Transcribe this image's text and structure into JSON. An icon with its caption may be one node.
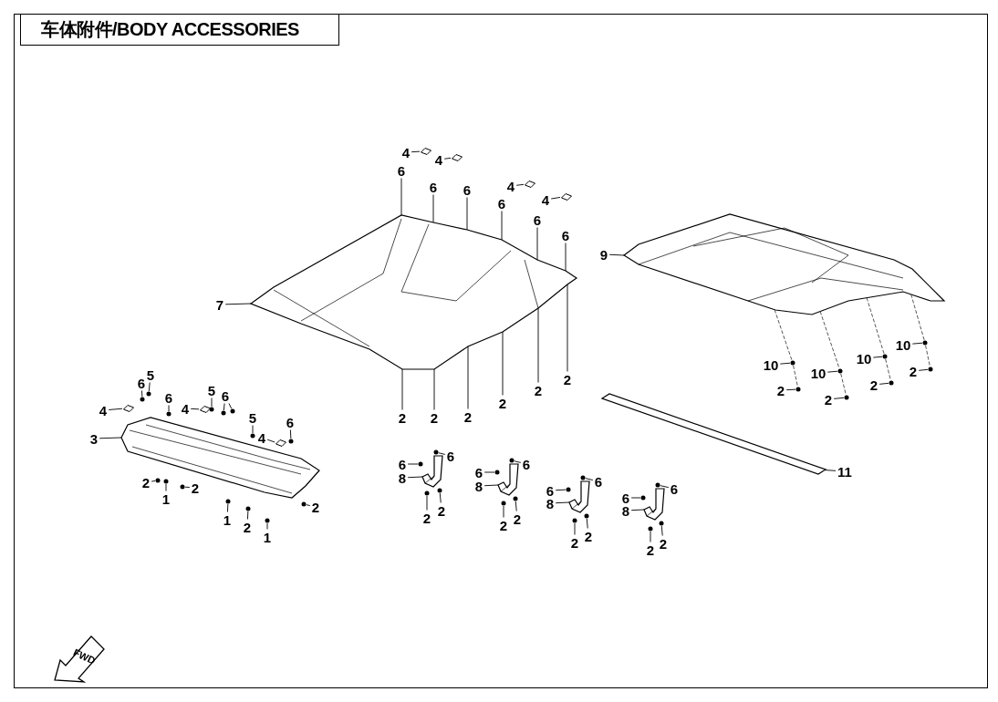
{
  "diagram": {
    "title": "车体附件/BODY ACCESSORIES",
    "nodes": [
      {
        "text": [],
        "shape": "picture"
      },
      {
        "text": [],
        "shape": "picture"
      },
      {
        "text": [],
        "shape": "picture"
      },
      {
        "text": [],
        "shape": "bar"
      },
      {
        "text": [],
        "shape": "picture"
      },
      {
        "text": [],
        "shape": "picture"
      },
      {
        "text": [],
        "shape": "picture"
      },
      {
        "text": [],
        "shape": "picture"
      },
      {
        "text": [
          "4"
        ]
      },
      {
        "text": [
          "4"
        ]
      },
      {
        "text": [
          "6"
        ]
      },
      {
        "text": [
          "6"
        ]
      },
      {
        "text": [
          "6"
        ]
      },
      {
        "text": [
          "4"
        ]
      },
      {
        "text": [
          "6"
        ]
      },
      {
        "text": [
          "4"
        ]
      },
      {
        "text": [
          "6"
        ]
      },
      {
        "text": [
          "6"
        ]
      },
      {
        "text": [
          "9"
        ]
      },
      {
        "text": [
          "7"
        ]
      },
      {
        "text": [
          "10"
        ]
      },
      {
        "text": [
          "10"
        ]
      },
      {
        "text": [
          "10"
        ]
      },
      {
        "text": [
          "10"
        ]
      },
      {
        "text": [
          "2"
        ]
      },
      {
        "text": [
          "2"
        ]
      },
      {
        "text": [
          "2"
        ]
      },
      {
        "text": [
          "2"
        ]
      },
      {
        "text": [
          "2"
        ]
      },
      {
        "text": [
          "2"
        ]
      },
      {
        "text": [
          "2"
        ]
      },
      {
        "text": [
          "2"
        ]
      },
      {
        "text": [
          "2"
        ]
      },
      {
        "text": [
          "2"
        ]
      },
      {
        "text": [
          "5"
        ]
      },
      {
        "text": [
          "6"
        ]
      },
      {
        "text": [
          "6"
        ]
      },
      {
        "text": [
          "5"
        ]
      },
      {
        "text": [
          "6"
        ]
      },
      {
        "text": [
          "4"
        ]
      },
      {
        "text": [
          "4"
        ]
      },
      {
        "text": [
          "5"
        ]
      },
      {
        "text": [
          "6"
        ]
      },
      {
        "text": [
          "4"
        ]
      },
      {
        "text": [
          "3"
        ]
      },
      {
        "text": [
          "11"
        ]
      },
      {
        "text": [
          "2"
        ]
      },
      {
        "text": [
          "1"
        ]
      },
      {
        "text": [
          "2"
        ]
      },
      {
        "text": [
          "1"
        ]
      },
      {
        "text": [
          "2"
        ]
      },
      {
        "text": [
          "1"
        ]
      },
      {
        "text": [
          "2"
        ]
      },
      {
        "text": [
          "6"
        ]
      },
      {
        "text": [
          "6"
        ]
      },
      {
        "text": [
          "8"
        ]
      },
      {
        "text": [
          "2"
        ]
      },
      {
        "text": [
          "2"
        ]
      },
      {
        "text": [
          "6"
        ]
      },
      {
        "text": [
          "6"
        ]
      },
      {
        "text": [
          "8"
        ]
      },
      {
        "text": [
          "2"
        ]
      },
      {
        "text": [
          "2"
        ]
      },
      {
        "text": [
          "6"
        ]
      },
      {
        "text": [
          "6"
        ]
      },
      {
        "text": [
          "8"
        ]
      },
      {
        "text": [
          "2"
        ]
      },
      {
        "text": [
          "2"
        ]
      },
      {
        "text": [
          "6"
        ]
      },
      {
        "text": [
          "6"
        ]
      },
      {
        "text": [
          "8"
        ]
      },
      {
        "text": [
          "2"
        ]
      },
      {
        "text": [
          "2"
        ]
      },
      {
        "text": [],
        "shape": "diamond"
      },
      {
        "text": [],
        "shape": "diamond"
      },
      {
        "text": [],
        "shape": "diamond"
      },
      {
        "text": [],
        "shape": "diamond"
      },
      {
        "text": [],
        "shape": "circle"
      },
      {
        "text": [],
        "shape": "circle"
      },
      {
        "text": [],
        "shape": "circle"
      },
      {
        "text": [],
        "shape": "circle"
      },
      {
        "text": [],
        "shape": "circle"
      },
      {
        "text": [],
        "shape": "circle"
      },
      {
        "text": [],
        "shape": "circle"
      },
      {
        "text": [],
        "shape": "circle"
      },
      {
        "text": [],
        "shape": "circle"
      },
      {
        "text": [],
        "shape": "circle"
      },
      {
        "text": [],
        "shape": "circle"
      },
      {
        "text": [],
        "shape": "circle"
      },
      {
        "text": [],
        "shape": "circle"
      },
      {
        "text": [],
        "shape": "circle"
      },
      {
        "text": [],
        "shape": "diamond"
      },
      {
        "text": [],
        "shape": "diamond"
      },
      {
        "text": [],
        "shape": "circle"
      },
      {
        "text": [],
        "shape": "circle"
      },
      {
        "text": [],
        "shape": "diamond"
      },
      {
        "text": [],
        "shape": "circle"
      },
      {
        "text": [],
        "shape": "circle"
      },
      {
        "text": [],
        "shape": "circle"
      },
      {
        "text": [],
        "shape": "circle"
      },
      {
        "text": [],
        "shape": "circle"
      },
      {
        "text": [],
        "shape": "circle"
      },
      {
        "text": [],
        "shape": "circle"
      },
      {
        "text": [],
        "shape": "circle"
      },
      {
        "text": [],
        "shape": "circle"
      },
      {
        "text": [],
        "shape": "circle"
      },
      {
        "text": [],
        "shape": "circle"
      },
      {
        "text": [],
        "shape": "circle"
      },
      {
        "text": [],
        "shape": "circle"
      },
      {
        "text": [],
        "shape": "circle"
      },
      {
        "text": [],
        "shape": "circle"
      },
      {
        "text": [],
        "shape": "circle"
      },
      {
        "text": [],
        "shape": "circle"
      },
      {
        "text": [],
        "shape": "circle"
      },
      {
        "text": [],
        "shape": "circle"
      },
      {
        "text": [],
        "shape": "circle"
      },
      {
        "text": [],
        "shape": "circle"
      },
      {
        "text": [],
        "shape": "circle"
      },
      {
        "text": [],
        "shape": "circle"
      }
    ],
    "edges": [
      {
        "from": 8,
        "to": 73,
        "arrow": "none"
      },
      {
        "from": 9,
        "to": 74,
        "arrow": "none"
      },
      {
        "from": 10,
        "to": 0,
        "arrow": "none"
      },
      {
        "from": 11,
        "to": 0,
        "arrow": "none"
      },
      {
        "from": 12,
        "to": 0,
        "arrow": "none"
      },
      {
        "from": 13,
        "to": 75,
        "arrow": "none"
      },
      {
        "from": 14,
        "to": 0,
        "arrow": "none"
      },
      {
        "from": 15,
        "to": 76,
        "arrow": "none"
      },
      {
        "from": 16,
        "to": 0,
        "arrow": "none"
      },
      {
        "from": 17,
        "to": 0,
        "arrow": "none"
      },
      {
        "from": 18,
        "to": 1,
        "arrow": "none"
      },
      {
        "from": 19,
        "to": 0,
        "arrow": "none"
      },
      {
        "from": 20,
        "to": 77,
        "arrow": "none"
      },
      {
        "from": 21,
        "to": 78,
        "arrow": "none"
      },
      {
        "from": 22,
        "to": 79,
        "arrow": "none"
      },
      {
        "from": 23,
        "to": 80,
        "arrow": "none"
      },
      {
        "from": 24,
        "to": 0,
        "arrow": "none"
      },
      {
        "from": 25,
        "to": 0,
        "arrow": "none"
      },
      {
        "from": 26,
        "to": 81,
        "arrow": "none"
      },
      {
        "from": 27,
        "to": 82,
        "arrow": "none"
      },
      {
        "from": 28,
        "to": 83,
        "arrow": "none"
      },
      {
        "from": 29,
        "to": 84,
        "arrow": "none"
      },
      {
        "from": 30,
        "to": 0,
        "arrow": "none"
      },
      {
        "from": 31,
        "to": 0,
        "arrow": "none"
      },
      {
        "from": 32,
        "to": 0,
        "arrow": "none"
      },
      {
        "from": 33,
        "to": 0,
        "arrow": "none"
      },
      {
        "from": 34,
        "to": 85,
        "arrow": "none"
      },
      {
        "from": 35,
        "to": 86,
        "arrow": "none"
      },
      {
        "from": 36,
        "to": 87,
        "arrow": "none"
      },
      {
        "from": 37,
        "to": 88,
        "arrow": "none"
      },
      {
        "from": 38,
        "to": 89,
        "arrow": "none"
      },
      {
        "from": 38,
        "to": 90,
        "arrow": "none"
      },
      {
        "from": 39,
        "to": 91,
        "arrow": "none"
      },
      {
        "from": 40,
        "to": 92,
        "arrow": "none"
      },
      {
        "from": 41,
        "to": 93,
        "arrow": "none"
      },
      {
        "from": 42,
        "to": 94,
        "arrow": "none"
      },
      {
        "from": 43,
        "to": 95,
        "arrow": "none"
      },
      {
        "from": 44,
        "to": 2,
        "arrow": "none"
      },
      {
        "from": 45,
        "to": 3,
        "arrow": "none"
      },
      {
        "from": 46,
        "to": 96,
        "arrow": "none"
      },
      {
        "from": 47,
        "to": 97,
        "arrow": "none"
      },
      {
        "from": 48,
        "to": 98,
        "arrow": "none"
      },
      {
        "from": 49,
        "to": 99,
        "arrow": "none"
      },
      {
        "from": 50,
        "to": 100,
        "arrow": "none"
      },
      {
        "from": 51,
        "to": 101,
        "arrow": "none"
      },
      {
        "from": 52,
        "to": 102,
        "arrow": "none"
      },
      {
        "from": 53,
        "to": 103,
        "arrow": "none"
      },
      {
        "from": 54,
        "to": 104,
        "arrow": "none"
      },
      {
        "from": 55,
        "to": 4,
        "arrow": "none"
      },
      {
        "from": 56,
        "to": 105,
        "arrow": "none"
      },
      {
        "from": 57,
        "to": 106,
        "arrow": "none"
      },
      {
        "from": 58,
        "to": 107,
        "arrow": "none"
      },
      {
        "from": 59,
        "to": 108,
        "arrow": "none"
      },
      {
        "from": 60,
        "to": 5,
        "arrow": "none"
      },
      {
        "from": 61,
        "to": 109,
        "arrow": "none"
      },
      {
        "from": 62,
        "to": 110,
        "arrow": "none"
      },
      {
        "from": 63,
        "to": 111,
        "arrow": "none"
      },
      {
        "from": 64,
        "to": 112,
        "arrow": "none"
      },
      {
        "from": 65,
        "to": 6,
        "arrow": "none"
      },
      {
        "from": 66,
        "to": 113,
        "arrow": "none"
      },
      {
        "from": 67,
        "to": 114,
        "arrow": "none"
      },
      {
        "from": 68,
        "to": 115,
        "arrow": "none"
      },
      {
        "from": 69,
        "to": 116,
        "arrow": "none"
      },
      {
        "from": 70,
        "to": 7,
        "arrow": "none"
      },
      {
        "from": 71,
        "to": 117,
        "arrow": "none"
      },
      {
        "from": 72,
        "to": 118,
        "arrow": "none"
      },
      {
        "from": 1,
        "to": 77,
        "arrow": "none",
        "style": "dashed"
      },
      {
        "from": 77,
        "to": 81,
        "arrow": "none",
        "style": "dashed"
      },
      {
        "from": 1,
        "to": 80,
        "arrow": "none",
        "style": "dashed"
      },
      {
        "from": 80,
        "to": 84,
        "arrow": "none",
        "style": "dashed"
      },
      {
        "from": 1,
        "to": 78,
        "arrow": "none",
        "style": "dashed"
      },
      {
        "from": 78,
        "to": 82,
        "arrow": "none",
        "style": "dashed"
      },
      {
        "from": 1,
        "to": 79,
        "arrow": "none",
        "style": "dashed"
      },
      {
        "from": 79,
        "to": 83,
        "arrow": "none",
        "style": "dashed"
      }
    ],
    "labels": [
      "FWD"
    ]
  }
}
